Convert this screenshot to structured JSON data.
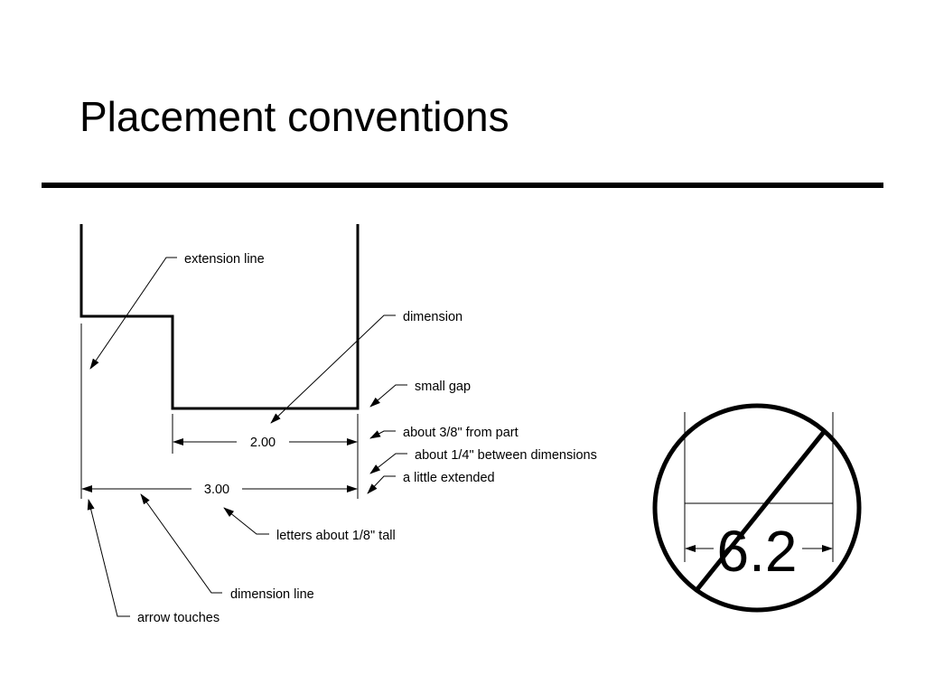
{
  "slide": {
    "title": "Placement conventions"
  },
  "diagram": {
    "dimensions": {
      "inner": "2.00",
      "outer": "3.00"
    },
    "callouts": {
      "extension_line": "extension line",
      "dimension": "dimension",
      "small_gap": "small gap",
      "about_3_8": "about 3/8\" from part",
      "about_1_4": "about 1/4\" between dimensions",
      "little_extended": "a little extended",
      "letters_tall": "letters about 1/8\" tall",
      "dimension_line": "dimension line",
      "arrow_touches": "arrow touches"
    },
    "bad_example": {
      "value": "6.2",
      "icon": "prohibited-icon"
    }
  }
}
